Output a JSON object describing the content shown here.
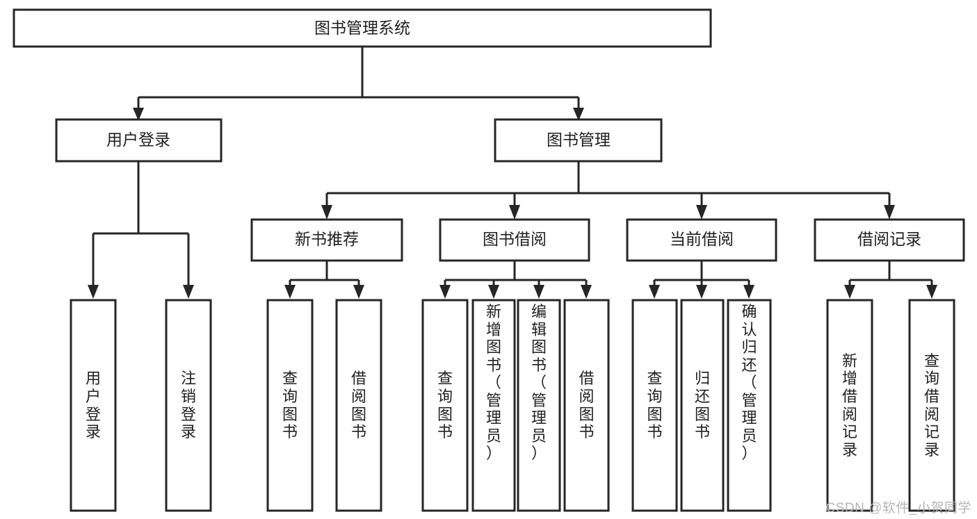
{
  "diagram": {
    "type": "tree",
    "title": "图书管理系统",
    "orientation": "top-down",
    "colors": {
      "box_stroke": "#262626",
      "box_fill": "#ffffff",
      "text": "#1f1f1f",
      "background": "#ffffff",
      "watermark": "#b5b5b5"
    },
    "root": {
      "label": "图书管理系统"
    },
    "level2": [
      {
        "id": "user-login",
        "label": "用户登录"
      },
      {
        "id": "book-manage",
        "label": "图书管理"
      }
    ],
    "level3": [
      {
        "id": "new-book-recommend",
        "label": "新书推荐",
        "parent": "book-manage"
      },
      {
        "id": "book-borrow",
        "label": "图书借阅",
        "parent": "book-manage"
      },
      {
        "id": "current-borrow",
        "label": "当前借阅",
        "parent": "book-manage"
      },
      {
        "id": "borrow-record",
        "label": "借阅记录",
        "parent": "book-manage"
      }
    ],
    "leaves": [
      {
        "id": "leaf-user-login",
        "label": "用户登录",
        "parent": "user-login"
      },
      {
        "id": "leaf-logout",
        "label": "注销登录",
        "parent": "user-login"
      },
      {
        "id": "leaf-query-book-1",
        "label": "查询图书",
        "parent": "new-book-recommend"
      },
      {
        "id": "leaf-borrow-book-1",
        "label": "借阅图书",
        "parent": "new-book-recommend"
      },
      {
        "id": "leaf-query-book-2",
        "label": "查询图书",
        "parent": "book-borrow"
      },
      {
        "id": "leaf-add-book",
        "label": "新增图书（管理员）",
        "parent": "book-borrow"
      },
      {
        "id": "leaf-edit-book",
        "label": "编辑图书（管理员）",
        "parent": "book-borrow"
      },
      {
        "id": "leaf-borrow-book-2",
        "label": "借阅图书",
        "parent": "book-borrow"
      },
      {
        "id": "leaf-query-book-3",
        "label": "查询图书",
        "parent": "current-borrow"
      },
      {
        "id": "leaf-return-book",
        "label": "归还图书",
        "parent": "current-borrow"
      },
      {
        "id": "leaf-confirm-return",
        "label": "确认归还（管理员）",
        "parent": "current-borrow"
      },
      {
        "id": "leaf-add-record",
        "label": "新增借阅记录",
        "parent": "borrow-record"
      },
      {
        "id": "leaf-query-record",
        "label": "查询借阅记录",
        "parent": "borrow-record"
      }
    ]
  },
  "watermark": {
    "text": "CSDN @软件_小贺同学"
  }
}
